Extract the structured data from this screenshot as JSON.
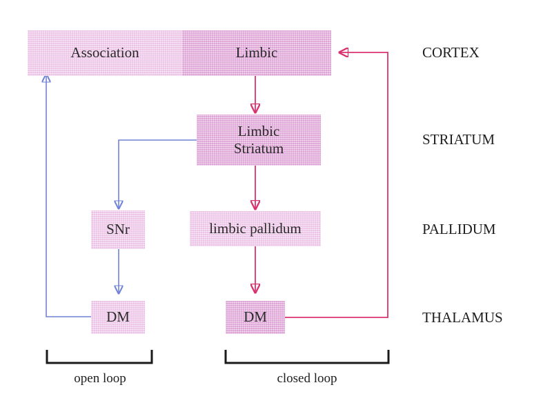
{
  "diagram": {
    "boxes": {
      "association": "Association",
      "limbic_cortex": "Limbic",
      "limbic_striatum_line1": "Limbic",
      "limbic_striatum_line2": "Striatum",
      "snr": "SNr",
      "limbic_pallidum": "limbic pallidum",
      "dm_open": "DM",
      "dm_closed": "DM"
    },
    "levels": {
      "cortex": "CORTEX",
      "striatum": "STRIATUM",
      "pallidum": "PALLIDUM",
      "thalamus": "THALAMUS"
    },
    "loops": {
      "open": "open loop",
      "closed": "closed loop"
    },
    "colors": {
      "open_pathway": "#6f82d6",
      "closed_pathway": "#d8336f",
      "box_fill": "#ecc3e6",
      "box_fill_dark": "#dea3d6"
    }
  }
}
